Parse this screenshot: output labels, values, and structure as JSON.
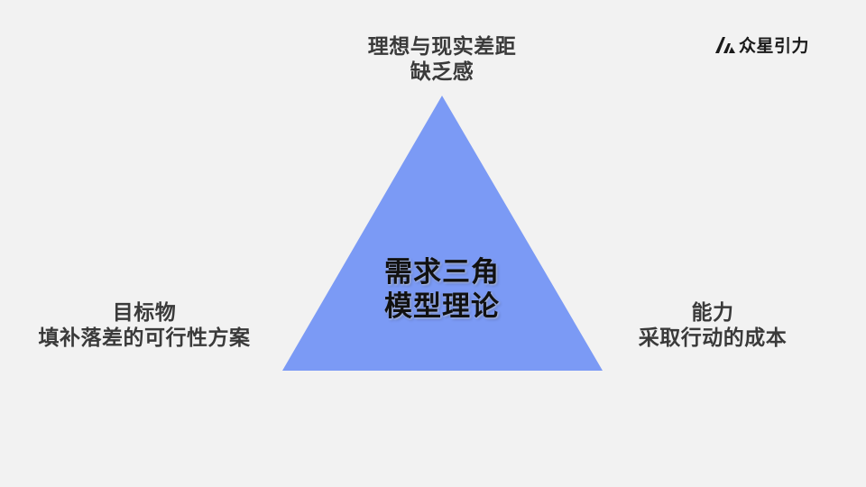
{
  "brand": {
    "name": "众星引力",
    "icon": "brand-logo-icon"
  },
  "diagram": {
    "center": {
      "line1": "需求三角",
      "line2": "模型理论"
    },
    "top": {
      "line1": "理想与现实差距",
      "line2": "缺乏感"
    },
    "left": {
      "line1": "目标物",
      "line2": "填补落差的可行性方案"
    },
    "right": {
      "line1": "能力",
      "line2": "采取行动的成本"
    }
  },
  "colors": {
    "background": "#f2f2f2",
    "triangle": "#7b9af5",
    "label_text": "#3a3a3a",
    "center_text": "#111111"
  }
}
